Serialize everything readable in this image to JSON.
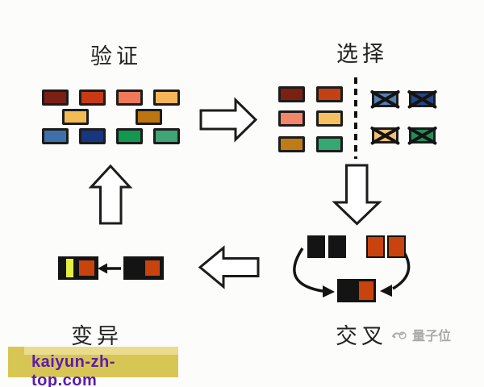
{
  "stages": {
    "validate": "验证",
    "select": "选择",
    "crossover": "交叉",
    "mutate": "变异"
  },
  "population_rows": [
    [
      "#7a2014",
      "#c63b16",
      "#f0795a",
      "#f7b458"
    ],
    [
      "#f2bb54",
      "#bd7510"
    ],
    [
      "#3f70a9",
      "#16377f",
      "#12984e",
      "#3ea674"
    ]
  ],
  "selection": {
    "kept_rows": [
      [
        "#7c2012",
        "#c44115"
      ],
      [
        "#f4846a",
        "#f6c060"
      ],
      [
        "#c07a16",
        "#35a773"
      ]
    ],
    "rejected_rows": [
      [
        "#5580b2",
        "#24468a"
      ],
      [
        "#f4c172",
        "#238f57"
      ]
    ]
  },
  "crossover": {
    "parent1_colors": [
      "#141414",
      "#141414"
    ],
    "parent2_colors": [
      "#c8430e",
      "#c8430e"
    ],
    "child": {
      "left": "#141414",
      "right": "#c8430e"
    }
  },
  "mutation": {
    "source": {
      "base": "#141414",
      "cell": "#c8430e"
    },
    "result": {
      "base": "#141414",
      "stripe": "#e6ee3e",
      "cell": "#c8430e"
    }
  },
  "watermark": {
    "text": "量子位",
    "color": "#a9a9a9"
  },
  "banner": {
    "text": "kaiyun-zh-top.com",
    "bg": "#d8c654",
    "strip": "#e9dc8f",
    "text_color": "#5a1bb1"
  }
}
